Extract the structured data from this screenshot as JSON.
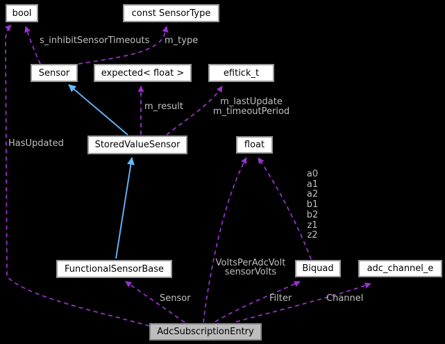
{
  "diagram": {
    "kind": "collaboration-graph",
    "background": "#000000",
    "colors": {
      "usage_edge": "#9932cc",
      "inheritance_edge": "#63b8ff",
      "node_fill": "#ffffff",
      "node_border": "#9a9a9a",
      "node_text": "#000000",
      "focus_node_fill": "#bdbdbd",
      "edge_label_text": "#c0c0c0"
    },
    "nodes": [
      {
        "id": "bool",
        "label": "bool"
      },
      {
        "id": "const-sensor-type",
        "label": "const SensorType"
      },
      {
        "id": "sensor",
        "label": "Sensor"
      },
      {
        "id": "expected-float",
        "label": "expected< float >"
      },
      {
        "id": "efitick-t",
        "label": "efitick_t"
      },
      {
        "id": "stored-value-sensor",
        "label": "StoredValueSensor"
      },
      {
        "id": "float",
        "label": "float"
      },
      {
        "id": "functional-sensor-base",
        "label": "FunctionalSensorBase"
      },
      {
        "id": "biquad",
        "label": "Biquad"
      },
      {
        "id": "adc-channel-e",
        "label": "adc_channel_e"
      },
      {
        "id": "adc-subscription-entry",
        "label": "AdcSubscriptionEntry"
      }
    ],
    "edge_labels": {
      "s_inhibit": "s_inhibitSensorTimeouts",
      "m_type": "m_type",
      "m_result": "m_result",
      "last_update_lines": [
        "m_lastUpdate",
        "m_timeoutPeriod"
      ],
      "has_updated": "HasUpdated",
      "biquad_coeffs": [
        "a0",
        "a1",
        "a2",
        "b1",
        "b2",
        "z1",
        "z2"
      ],
      "volts_lines": [
        "VoltsPerAdcVolt",
        "sensorVolts"
      ],
      "sensor": "Sensor",
      "filter": "Filter",
      "channel": "Channel"
    }
  }
}
